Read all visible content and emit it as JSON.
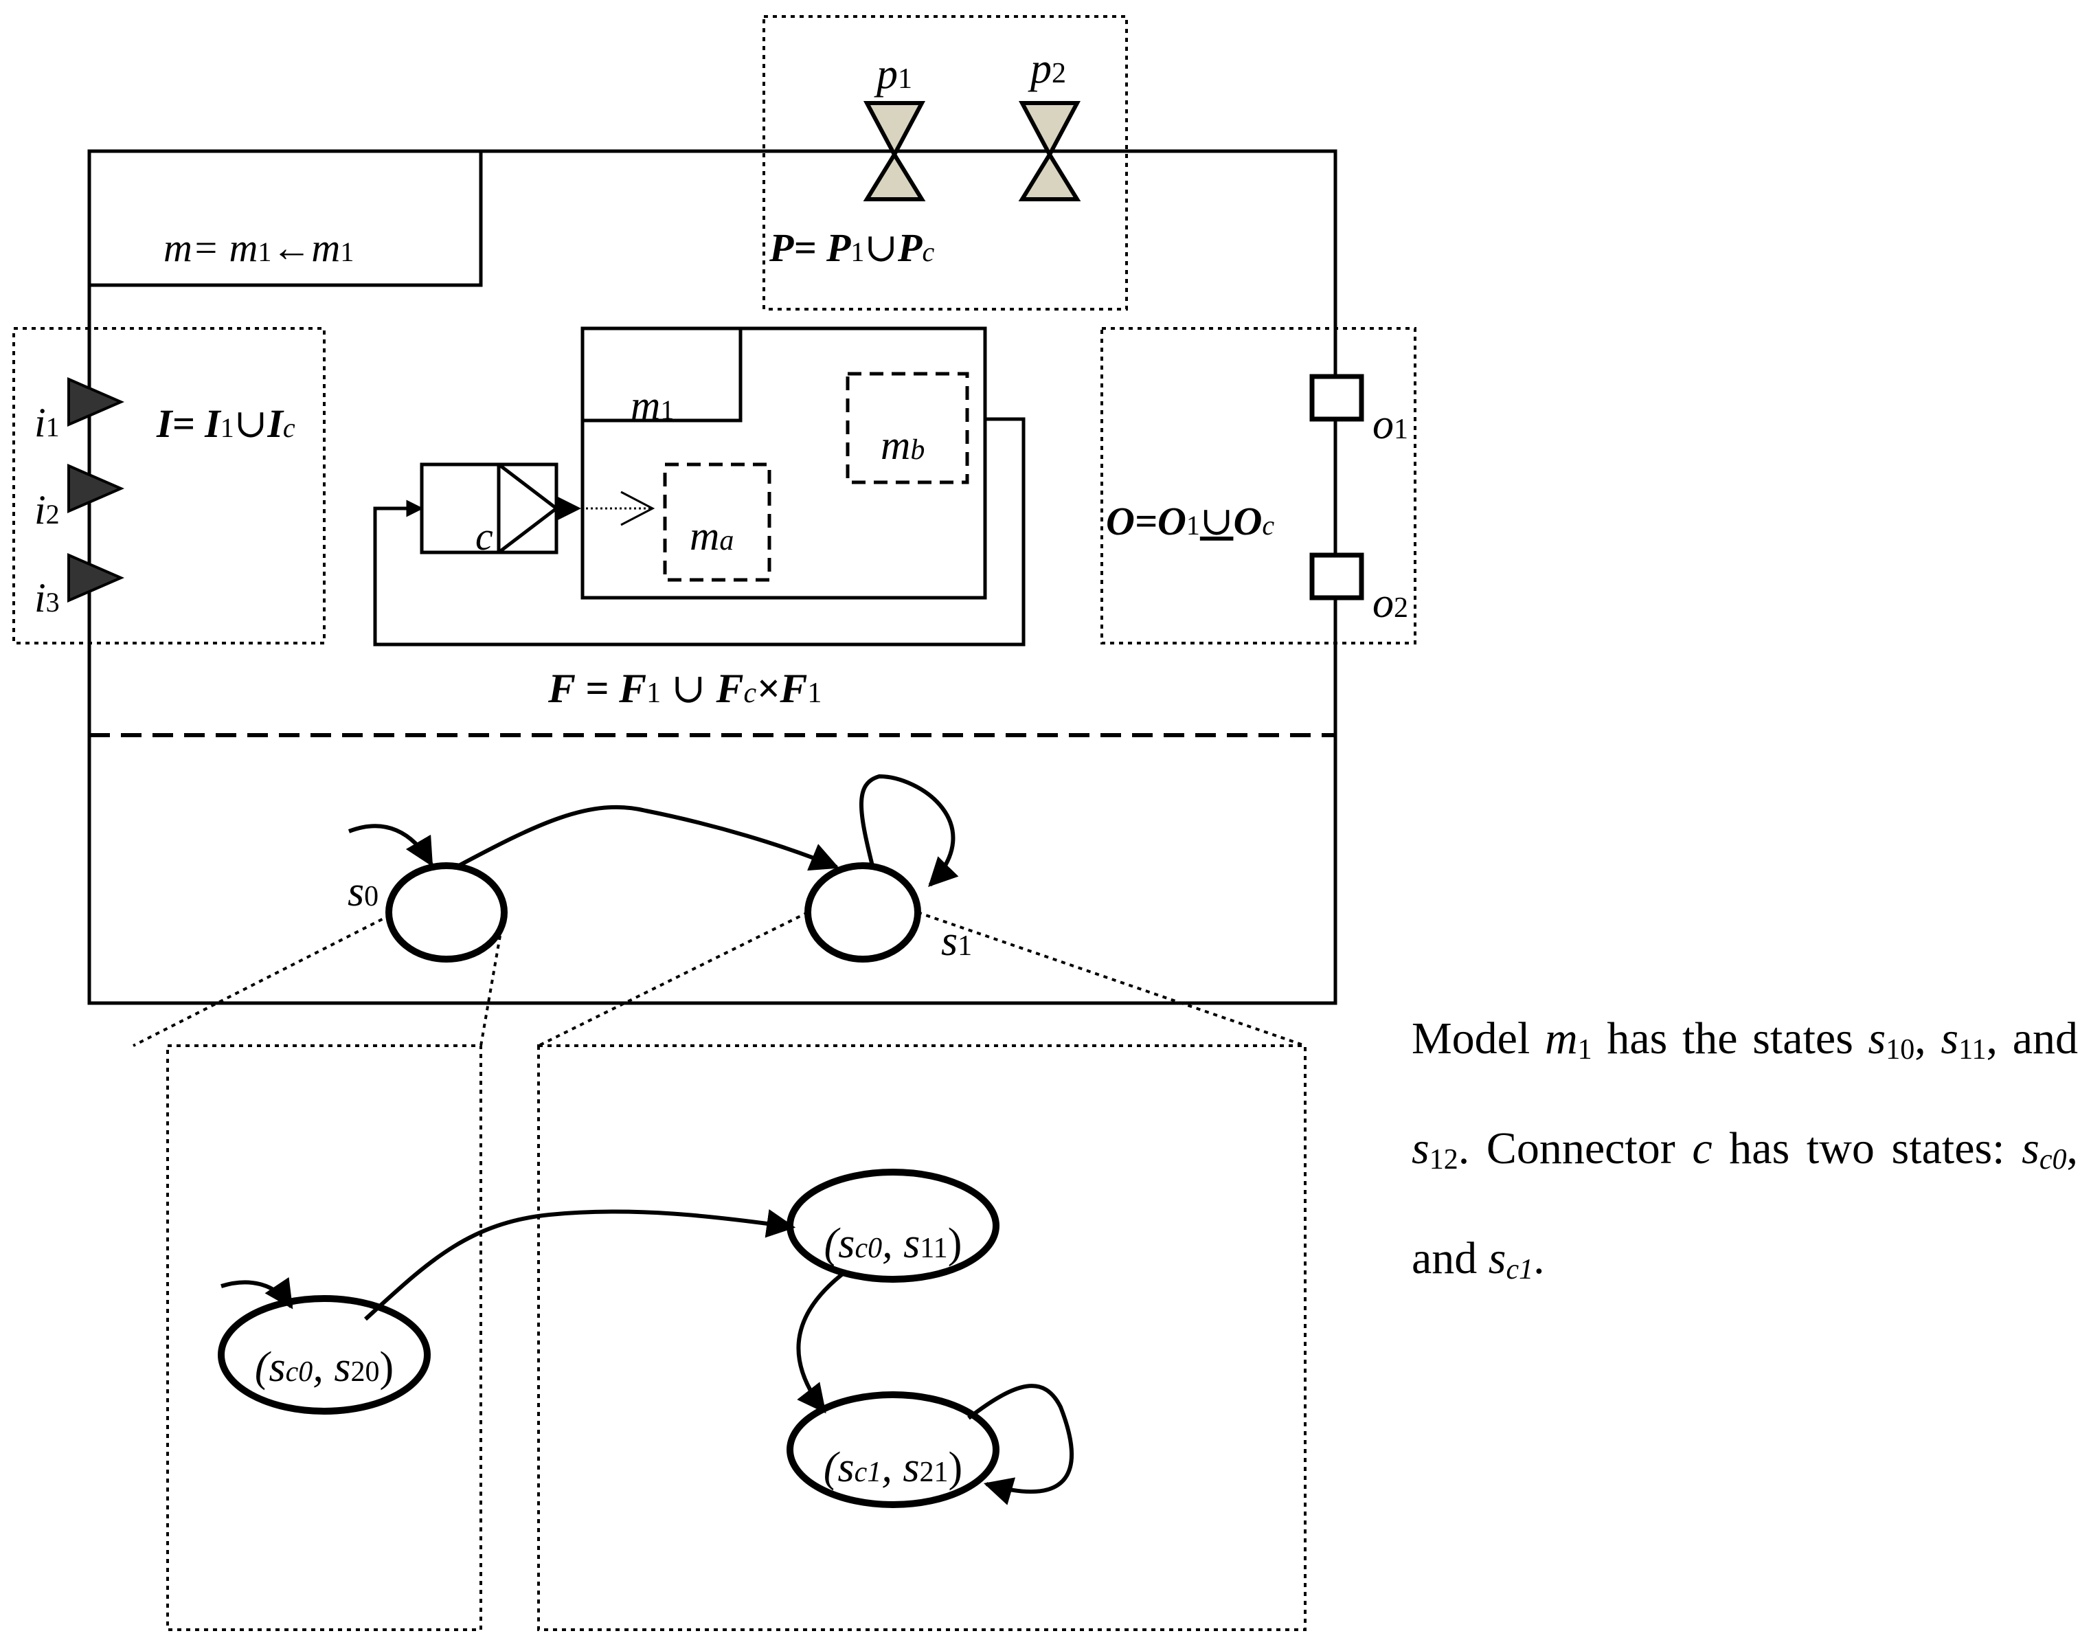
{
  "header": {
    "m_prefix": "m= m",
    "m_sub1": "1",
    "m_arrow": "←m",
    "m_sub2": "1"
  },
  "ports": {
    "p1_base": "p",
    "p1_sub": "1",
    "p2_base": "p",
    "p2_sub": "2",
    "P_a": "P",
    "P_b": "= P",
    "P_sub1": "1",
    "P_cup": "∪",
    "P_c": "P",
    "P_subc": "c",
    "i1_base": "i",
    "i1_sub": "1",
    "i2_base": "i",
    "i2_sub": "2",
    "i3_base": "i",
    "i3_sub": "3",
    "I_a": "I",
    "I_b": "= I",
    "I_sub1": "1",
    "I_cup": "∪",
    "I_c": "I",
    "I_subc": "c",
    "o1_base": "o",
    "o1_sub": "1",
    "o2_base": "o",
    "o2_sub": "2",
    "O_a": "O",
    "O_b": "=O",
    "O_sub1": "1",
    "O_cup": "∪",
    "O_c": "O",
    "O_subc": "c"
  },
  "inner": {
    "m1_base": "m",
    "m1_sub": "1",
    "mb_base": "m",
    "mb_sub": "b",
    "ma_base": "m",
    "ma_sub": "a",
    "connector": "c",
    "F_a": "F",
    "F_b": " = F",
    "F_sub1": "1",
    "F_cup": " ∪ ",
    "F_c": "F",
    "F_subc": "c",
    "F_times": "×F",
    "F_sub2": "1"
  },
  "states": {
    "s0_base": "s",
    "s0_sub": "0",
    "s1_base": "s",
    "s1_sub": "1"
  },
  "composite": {
    "a_open": "(s",
    "a_sub1": "c0",
    "a_mid": ", s",
    "a_sub2": "20",
    "a_close": ")",
    "b_open": "(s",
    "b_sub1": "c0",
    "b_mid": ", s",
    "b_sub2": "11",
    "b_close": ")",
    "c_open": "(s",
    "c_sub1": "c1",
    "c_mid": ", s",
    "c_sub2": "21",
    "c_close": ")"
  },
  "caption": {
    "t1": "Model ",
    "t2": "m",
    "t3": "1",
    "t4": " has the states ",
    "t5": "s",
    "t6": "10",
    "t7": ", ",
    "t8": "s",
    "t9": "11",
    "t10": ", and ",
    "t11": "s",
    "t12": "12",
    "t13": ". Connector ",
    "t14": "c",
    "t15": " has two states: ",
    "t16": "s",
    "t17": "c0",
    "t18": ", and ",
    "t19": "s",
    "t20": "c1",
    "t21": "."
  },
  "colors": {
    "valve_fill": "#d9d4bf",
    "port_fill": "#333333",
    "stroke": "#000000"
  }
}
